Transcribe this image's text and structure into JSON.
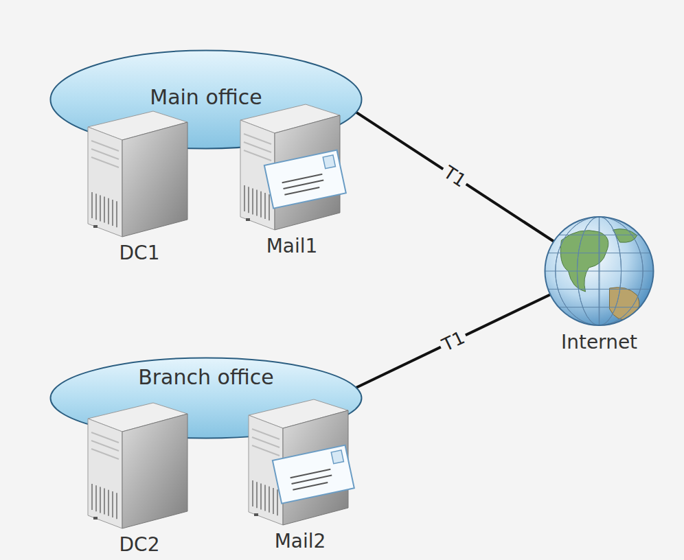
{
  "diagram": {
    "nodes": [
      {
        "text": [
          "Main office"
        ]
      },
      {
        "text": [
          "DC1"
        ],
        "in": 0
      },
      {
        "text": [
          "Mail1"
        ],
        "in": 0
      },
      {
        "text": [
          "Branch office"
        ]
      },
      {
        "text": [
          "DC2"
        ],
        "in": 3
      },
      {
        "text": [
          "Mail2"
        ],
        "in": 3
      },
      {
        "text": [
          "Internet"
        ]
      }
    ],
    "edges": [
      {
        "from": 0,
        "to": 6,
        "label": "T1",
        "arrow": "none"
      },
      {
        "from": 3,
        "to": 6,
        "label": "T1",
        "arrow": "none"
      }
    ]
  }
}
